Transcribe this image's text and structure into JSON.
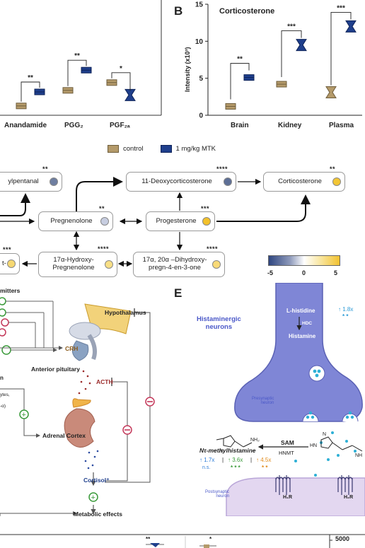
{
  "panel_a": {
    "xticks": [
      "Anandamide",
      "PGG₂",
      "PGF₂ₐ"
    ],
    "series": [
      {
        "name": "control",
        "values": [
          1.2,
          3.2,
          4.2
        ]
      },
      {
        "name": "1 mg/kg MTK",
        "values": [
          3.0,
          5.8,
          2.6
        ]
      }
    ],
    "significance": [
      "**",
      "**",
      "*"
    ]
  },
  "panel_b": {
    "letter": "B",
    "title": "Corticosterone",
    "ylabel": "Intensity (x10³)",
    "yticks": [
      "0",
      "5",
      "10",
      "15"
    ],
    "chart_data": {
      "type": "box",
      "title": "Corticosterone",
      "ylabel": "Intensity (x10³)",
      "ylim": [
        0,
        15
      ],
      "categories": [
        "Brain",
        "Kidney",
        "Plasma"
      ],
      "series": [
        {
          "name": "control",
          "values": [
            1.2,
            4.2,
            3.1
          ]
        },
        {
          "name": "1 mg/kg MTK",
          "values": [
            5.1,
            9.5,
            12.0
          ]
        }
      ],
      "significance": [
        "**",
        "***",
        "***"
      ]
    }
  },
  "legend": {
    "control": "control",
    "mtk": "1 mg/kg MTK"
  },
  "colors": {
    "control": "#b49a6a",
    "mtk": "#1f3f8c",
    "low": "#2f4680",
    "mid": "#ffffff",
    "high": "#f2c230"
  },
  "pathway": {
    "nodes": [
      {
        "label": "ylpentanal",
        "stars": "**",
        "color": "#6e7ea0"
      },
      {
        "label": "11-Deoxycorticosterone",
        "stars": "****",
        "color": "#5d6f96"
      },
      {
        "label": "Corticosterone",
        "stars": "**",
        "color": "#f3c634"
      },
      {
        "label": "Pregnenolone",
        "stars": "**",
        "color": "#c7cde0"
      },
      {
        "label": "Progesterone",
        "stars": "***",
        "color": "#f3c12a"
      },
      {
        "label": "t-",
        "stars": "***",
        "color": "#f6d872"
      },
      {
        "label": "17α-Hydroxy-\nPregnenolone",
        "stars": "****",
        "color": "#f8df86"
      },
      {
        "label": "17α, 20α –Dihydroxy-\npregn-4-en-3-one",
        "stars": "****",
        "color": "#f8da78"
      }
    ],
    "scale_ticks": [
      "-5",
      "0",
      "5"
    ]
  },
  "panel_d": {
    "header": "mitters",
    "hypothalamus": "Hypothalamus",
    "crh": "CRH",
    "anterior_pituitary": "Anterior pituitary",
    "acth": "ACTH",
    "adrenal_cortex": "Adrenal Cortex",
    "cortisol": "Cortisol⁺",
    "metabolic": "Metabolic effects",
    "left_text_1": "n",
    "left_text_2": "ytes,",
    "left_text_3": "-α)"
  },
  "panel_e": {
    "letter": "E",
    "title": "Histaminergic\nneurons",
    "l_histidine": "L-histidine",
    "l_histidine_fc": "↑ 1.8x",
    "l_histidine_stars": "* *",
    "hdc": "HDC",
    "histamine": "Histamine",
    "presynaptic": "Presynaptic\nneuron",
    "sam": "SAM",
    "hnmt": "HNMT",
    "product": "Nτ-methylhistamine",
    "fc1": "↑ 1.7x",
    "fc2": "↑ 3.6x",
    "fc3": "↑ 4.5x",
    "ns": "n.s.",
    "stars2": "* * *",
    "stars3": "* *",
    "postsynaptic": "Postsynaptic\nneuron",
    "h1r": "H₁R",
    "h2r": "H₂R"
  },
  "bottom": {
    "tick": "5000",
    "stars1": "**",
    "stars2": "*"
  }
}
